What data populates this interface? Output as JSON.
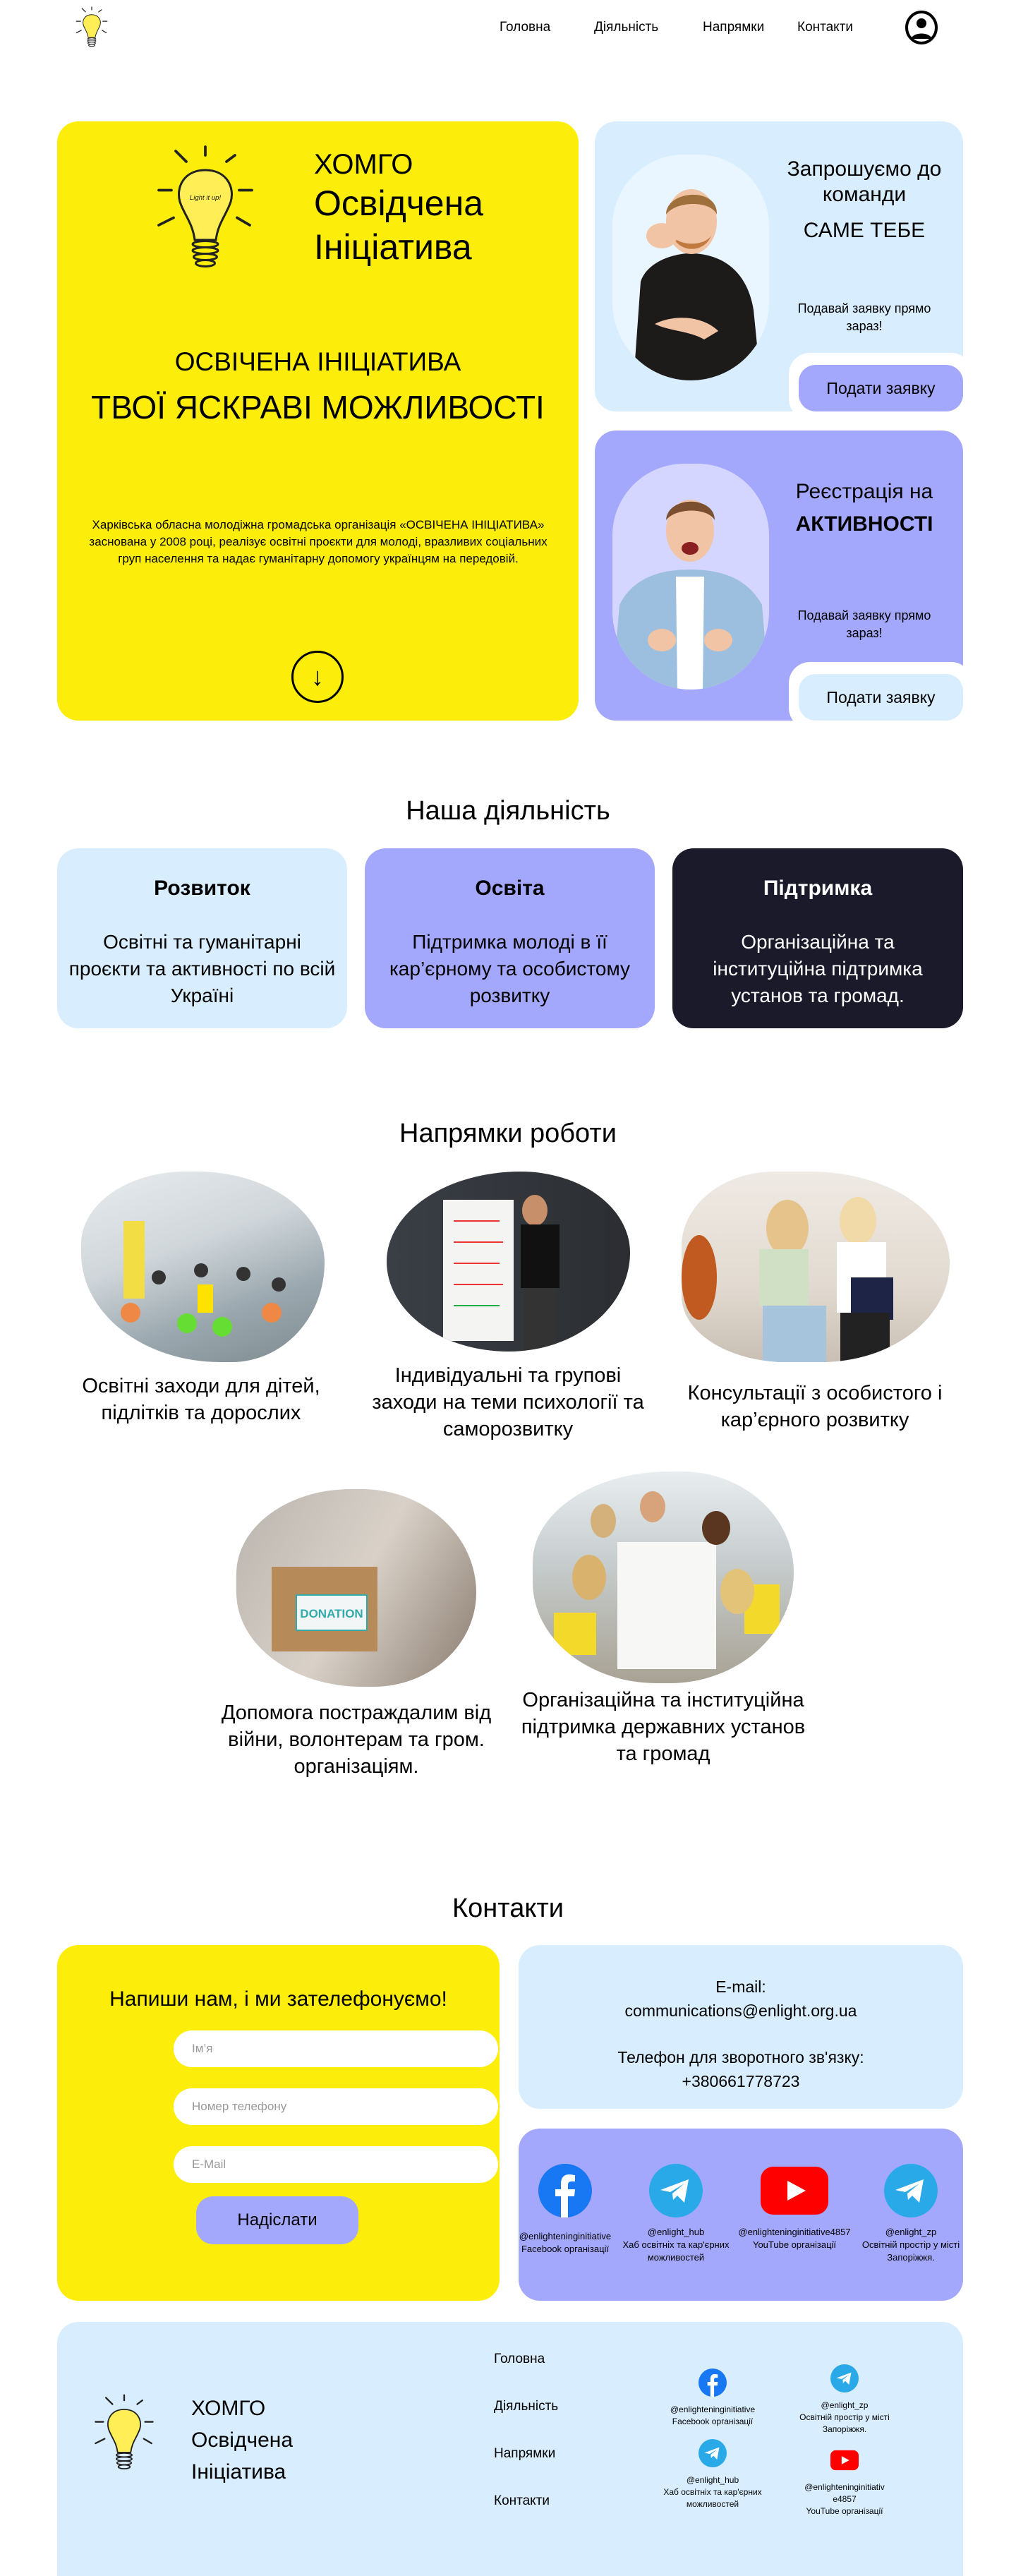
{
  "header": {
    "nav": [
      "Головна",
      "Діяльність",
      "Напрямки",
      "Контакти"
    ]
  },
  "hero": {
    "org_line1": "ХОМГО",
    "org_line2": "Освідчена",
    "org_line3": "Ініціатива",
    "subtitle": "ОСВІЧЕНА ІНІЦІАТИВА",
    "headline": "ТВОЇ ЯСКРАВІ МОЖЛИВОСТІ",
    "description": "Харківська обласна молодіжна громадська організація «ОСВІЧЕНА ІНІЦІАТИВА» заснована у 2008 році, реалізує освітні проєкти для молоді, вразливих соціальних груп населення та надає гуманітарну допомогу українцям на передовій.",
    "bulb_text": "Light it up!"
  },
  "join_card": {
    "line1": "Запрошуємо до команди",
    "line2": "САМЕ ТЕБЕ",
    "note": "Подавай заявку прямо зараз!",
    "button": "Подати заявку"
  },
  "register_card": {
    "line1": "Реєстрація на",
    "line2": "АКТИВНОСТІ",
    "note": "Подавай заявку прямо зараз!",
    "button": "Подати заявку"
  },
  "activity": {
    "title": "Наша діяльність",
    "cards": [
      {
        "title": "Розвиток",
        "text": "Освітні та гуманітарні проєкти та активності по всій Україні"
      },
      {
        "title": "Освіта",
        "text": "Підтримка молоді в її кар’єрному та особистому розвитку"
      },
      {
        "title": "Підтримка",
        "text": "Організаційна та інституційна підтримка установ та громад."
      }
    ]
  },
  "directions": {
    "title": "Напрямки роботи",
    "items": [
      {
        "text": "Освітні заходи для дітей, підлітків та дорослих"
      },
      {
        "text": "Індивідуальні та групові заходи на теми психології та саморозвитку"
      },
      {
        "text": "Консультації з особистого і кар’єрного розвитку"
      },
      {
        "text": "Допомога постраждалим від війни, волонтерам та гром. організаціям.",
        "photo_label": "DONATION"
      },
      {
        "text": "Організаційна та інституційна підтримка державних установ та громад"
      }
    ]
  },
  "contacts": {
    "title": "Контакти",
    "form": {
      "heading": "Напиши нам, і ми зателефонуємо!",
      "name_placeholder": "Ім’я",
      "phone_placeholder": "Номер телефону",
      "email_placeholder": "E-Mail",
      "submit": "Надіслати"
    },
    "email_label": "E-mail:",
    "email": "communications@enlight.org.ua",
    "phone_label": "Телефон для зворотного зв'язку:",
    "phone": "+380661778723",
    "socials": [
      {
        "icon": "facebook-icon",
        "handle": "@enlighteninginitiative",
        "desc": "Facebook організації"
      },
      {
        "icon": "telegram-icon",
        "handle": "@enlight_hub",
        "desc": "Хаб освітніх та кар'єрних можливостей"
      },
      {
        "icon": "youtube-icon",
        "handle": "@enlighteninginitiative4857",
        "desc": "YouTube організації"
      },
      {
        "icon": "telegram-icon",
        "handle": "@enlight_zp",
        "desc": "Освітній простір у місті Запоріжжя."
      }
    ]
  },
  "footer": {
    "org_line1": "ХОМГО",
    "org_line2": "Освідчена",
    "org_line3": "Ініціатива",
    "nav": [
      "Головна",
      "Діяльність",
      "Напрямки",
      "Контакти"
    ],
    "socials": [
      {
        "handle": "@enlighteninginitiative",
        "desc": "Facebook організації"
      },
      {
        "handle": "@enlight_zp",
        "desc": "Освітній простір у місті Запоріжжя."
      },
      {
        "handle": "@enlight_hub",
        "desc": "Хаб освітніх та кар'єрних можливостей"
      },
      {
        "handle": "@enlighteninginitiative4857",
        "desc": "YouTube організації"
      }
    ]
  },
  "colors": {
    "yellow": "#fcee0a",
    "light_blue": "#d8eeff",
    "purple": "#a4a8fd",
    "dark": "#1b1a2b"
  }
}
